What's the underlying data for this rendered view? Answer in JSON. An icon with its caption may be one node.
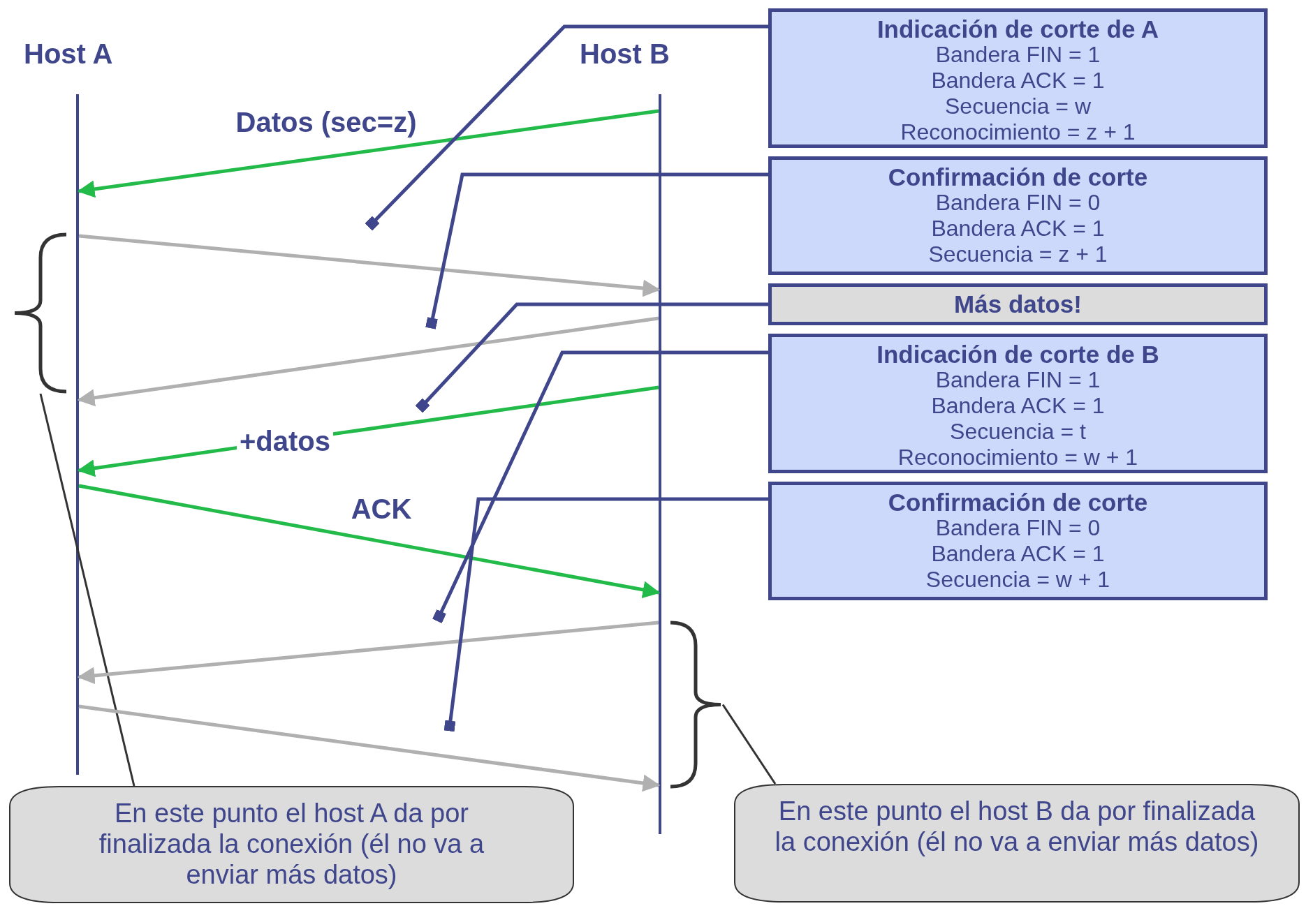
{
  "diagram": {
    "nodes": [
      {
        "text": [],
        "shape": "bar",
        "beside": [
          "Host A"
        ]
      },
      {
        "text": [],
        "shape": "bar",
        "beside": [
          "Host B"
        ]
      },
      {
        "text": [
          "Indicación de corte de A",
          "Bandera FIN = 1",
          "Bandera ACK = 1",
          "Secuencia = w",
          "Reconocimiento = z + 1"
        ]
      },
      {
        "text": [
          "Confirmación de corte",
          "Bandera FIN = 0",
          "Bandera ACK = 1",
          "Secuencia = z + 1"
        ]
      },
      {
        "text": [
          "Más datos!"
        ]
      },
      {
        "text": [
          "Indicación de corte de B",
          "Bandera FIN = 1",
          "Bandera ACK = 1",
          "Secuencia = t",
          "Reconocimiento = w + 1"
        ]
      },
      {
        "text": [
          "Confirmación de corte",
          "Bandera FIN = 0",
          "Bandera ACK = 1",
          "Secuencia = w + 1"
        ]
      },
      {
        "text": [
          "En este punto el host A da por finalizada la conexión (él no va a enviar más datos)"
        ]
      },
      {
        "text": [
          "En este punto el host B da por finalizada la conexión (él no va a enviar más datos)"
        ]
      },
      {
        "text": [],
        "shape": "brace"
      },
      {
        "text": [],
        "shape": "brace"
      }
    ],
    "edges": [
      {
        "from": 1,
        "to": 0,
        "arrow": "to",
        "label": "Datos (sec=z)",
        "color": "#22bb4a"
      },
      {
        "from": 0,
        "to": 1,
        "arrow": "to",
        "color": "#b0b0b0"
      },
      {
        "from": 1,
        "to": 0,
        "arrow": "to",
        "color": "#b0b0b0"
      },
      {
        "from": 1,
        "to": 0,
        "arrow": "to",
        "label": "+datos",
        "color": "#22bb4a"
      },
      {
        "from": 0,
        "to": 1,
        "arrow": "to",
        "label": "ACK",
        "color": "#22bb4a"
      },
      {
        "from": 1,
        "to": 0,
        "arrow": "to",
        "color": "#b0b0b0"
      },
      {
        "from": 0,
        "to": 1,
        "arrow": "to",
        "color": "#b0b0b0"
      },
      {
        "from": 2,
        "to": null,
        "arrow": "other"
      },
      {
        "from": 3,
        "to": null,
        "arrow": "other"
      },
      {
        "from": 4,
        "to": null,
        "arrow": "other"
      },
      {
        "from": 5,
        "to": null,
        "arrow": "other"
      },
      {
        "from": 6,
        "to": null,
        "arrow": "other"
      },
      {
        "from": 7,
        "to": 9,
        "arrow": "none"
      },
      {
        "from": 8,
        "to": 10,
        "arrow": "none"
      }
    ]
  }
}
